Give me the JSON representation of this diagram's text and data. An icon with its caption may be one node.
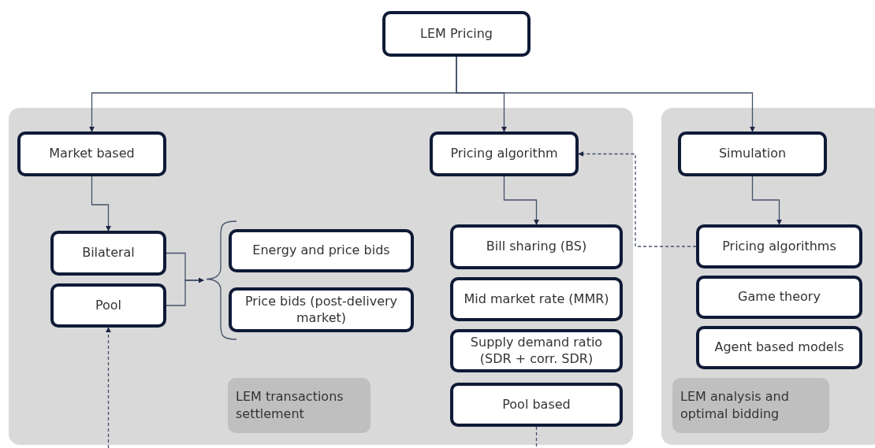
{
  "diagram": {
    "nodes": [
      {
        "text": [
          "LEM Pricing"
        ]
      },
      {
        "text": [
          "LEM transactions settlement"
        ]
      },
      {
        "text": [
          "Market based"
        ],
        "in": 1
      },
      {
        "text": [
          "Pricing algorithm"
        ],
        "in": 1
      },
      {
        "text": [
          "Bilateral"
        ],
        "in": 1
      },
      {
        "text": [
          "Pool"
        ],
        "in": 1
      },
      {
        "text": [],
        "shape": "bracket",
        "in": 1
      },
      {
        "text": [
          "Energy and price bids"
        ],
        "in": 1
      },
      {
        "text": [
          "Price bids (post-delivery market)"
        ],
        "in": 1
      },
      {
        "text": [
          "Bill sharing (BS)"
        ],
        "in": 1
      },
      {
        "text": [
          "Mid market rate (MMR)"
        ],
        "in": 1
      },
      {
        "text": [
          "Supply demand ratio (SDR + corr. SDR)"
        ],
        "in": 1
      },
      {
        "text": [
          "Pool based"
        ],
        "in": 1
      },
      {
        "text": [
          "LEM analysis and optimal bidding"
        ]
      },
      {
        "text": [
          "Simulation"
        ],
        "in": 13
      },
      {
        "text": [
          "Pricing algorithms"
        ],
        "in": 13
      },
      {
        "text": [
          "Game theory"
        ],
        "in": 13
      },
      {
        "text": [
          "Agent based models"
        ],
        "in": 13
      }
    ],
    "edges": [
      {
        "from": 0,
        "to": 2,
        "arrow": "to"
      },
      {
        "from": 0,
        "to": 3,
        "arrow": "to"
      },
      {
        "from": 0,
        "to": 14,
        "arrow": "to"
      },
      {
        "from": 2,
        "to": 4,
        "arrow": "to"
      },
      {
        "from": 3,
        "to": 9,
        "arrow": "to"
      },
      {
        "from": 14,
        "to": 15,
        "arrow": "to"
      },
      {
        "from": 15,
        "to": 3,
        "arrow": "to",
        "style": "dashed"
      },
      {
        "from": 4,
        "to": 6,
        "arrow": "to"
      },
      {
        "from": 5,
        "to": 6,
        "arrow": "to"
      },
      {
        "from": null,
        "to": 5,
        "arrow": "to",
        "style": "dashed"
      },
      {
        "from": 12,
        "to": null,
        "arrow": "none",
        "style": "dashed"
      }
    ]
  }
}
